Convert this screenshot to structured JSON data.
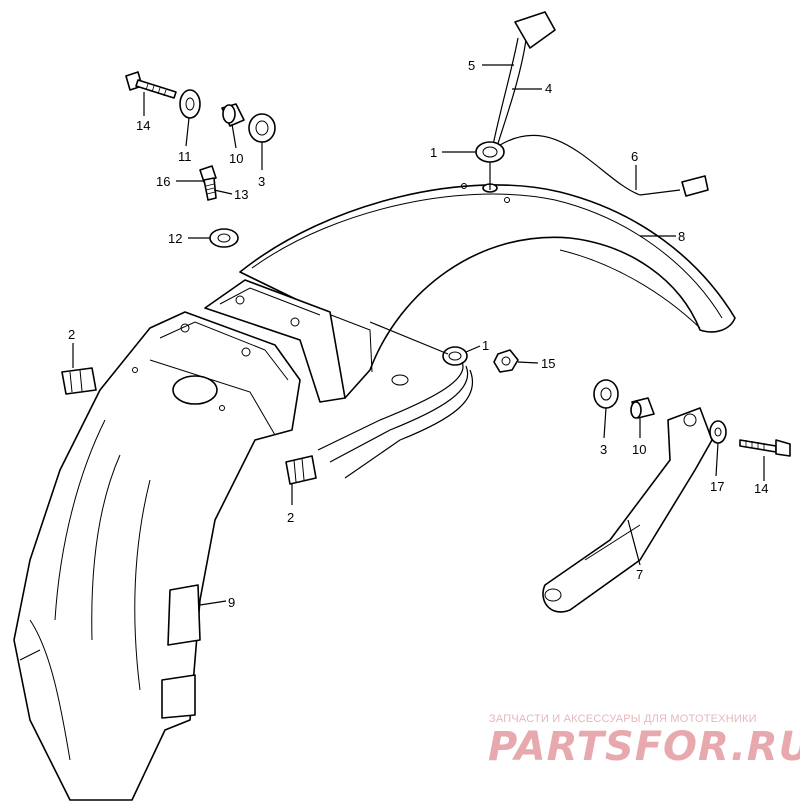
{
  "callouts": [
    "1",
    "1",
    "2",
    "2",
    "3",
    "3",
    "4",
    "5",
    "6",
    "7",
    "8",
    "9",
    "10",
    "10",
    "11",
    "12",
    "13",
    "14",
    "14",
    "15",
    "16",
    "17"
  ],
  "watermark": {
    "tagline": "ЗАПЧАСТИ И АКСЕССУАРЫ ДЛЯ МОТОТЕХНИКИ",
    "logo": "PARTSFOR.RU",
    "color": "#e7a8ae"
  }
}
